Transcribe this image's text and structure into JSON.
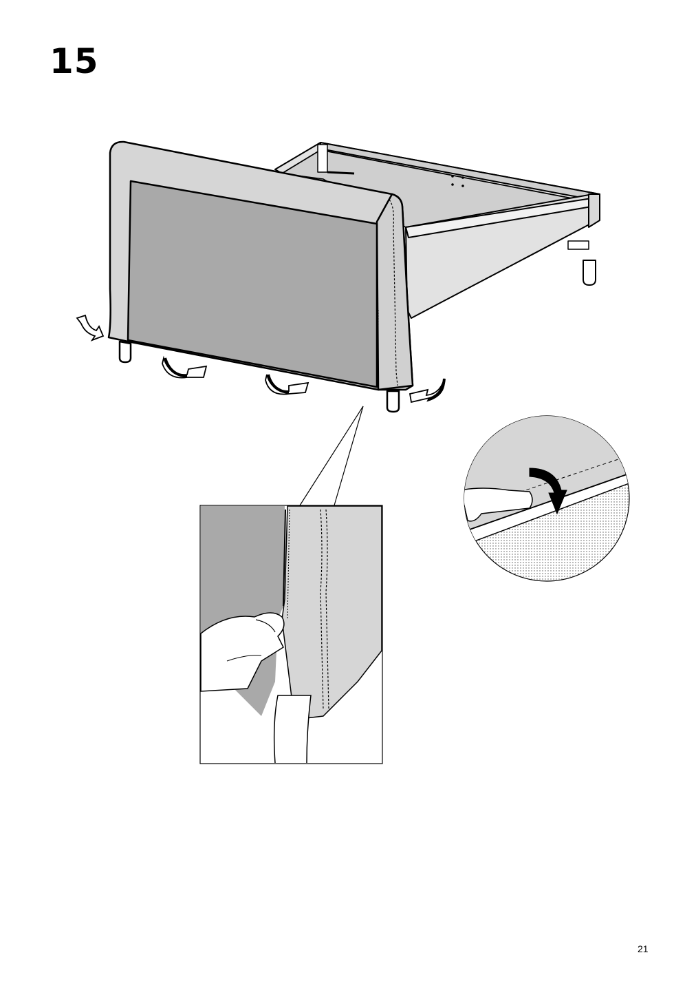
{
  "step": {
    "number": "15"
  },
  "page": {
    "number": "21"
  },
  "icons": {
    "main": "bed-frame-headboard-cover-illustration",
    "detail_zipper": "zipper-closing-detail-icon",
    "detail_fold": "fold-tuck-detail-icon",
    "arrows": "curved-arrow-icon"
  },
  "colors": {
    "cover_light": "#d4d4d4",
    "cover_dark": "#a8a8a8",
    "frame": "#e2e2e2",
    "line": "#000000"
  }
}
